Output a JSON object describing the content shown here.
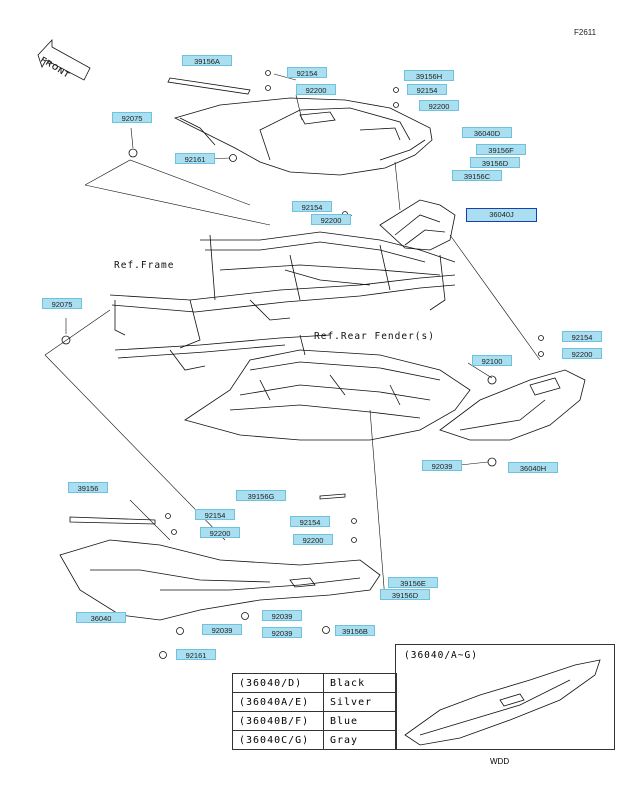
{
  "figure_code": "F2611",
  "front_label": "FRONT",
  "refs": {
    "frame": "Ref.Frame",
    "rear_fender": "Ref.Rear Fender(s)"
  },
  "labels": [
    {
      "id": "39156A",
      "text": "39156A"
    },
    {
      "id": "92154a",
      "text": "92154"
    },
    {
      "id": "92200a",
      "text": "92200"
    },
    {
      "id": "39156H",
      "text": "39156H"
    },
    {
      "id": "92154b",
      "text": "92154"
    },
    {
      "id": "92200b",
      "text": "92200"
    },
    {
      "id": "92075a",
      "text": "92075"
    },
    {
      "id": "36040D",
      "text": "36040D"
    },
    {
      "id": "39156F",
      "text": "39156F"
    },
    {
      "id": "92161a",
      "text": "92161"
    },
    {
      "id": "39156D",
      "text": "39156D"
    },
    {
      "id": "39156C",
      "text": "39156C"
    },
    {
      "id": "92154c",
      "text": "92154"
    },
    {
      "id": "92200c",
      "text": "92200"
    },
    {
      "id": "36040J",
      "text": "36040J"
    },
    {
      "id": "92075b",
      "text": "92075"
    },
    {
      "id": "92154d",
      "text": "92154"
    },
    {
      "id": "92200d",
      "text": "92200"
    },
    {
      "id": "92100",
      "text": "92100"
    },
    {
      "id": "92039a",
      "text": "92039"
    },
    {
      "id": "36040H",
      "text": "36040H"
    },
    {
      "id": "39156",
      "text": "39156"
    },
    {
      "id": "39156G",
      "text": "39156G"
    },
    {
      "id": "92154e",
      "text": "92154"
    },
    {
      "id": "92200e",
      "text": "92200"
    },
    {
      "id": "92154f",
      "text": "92154"
    },
    {
      "id": "92200f",
      "text": "92200"
    },
    {
      "id": "39156E",
      "text": "39156E"
    },
    {
      "id": "39156D2",
      "text": "39156D"
    },
    {
      "id": "36040",
      "text": "36040"
    },
    {
      "id": "92039b",
      "text": "92039"
    },
    {
      "id": "92039c",
      "text": "92039"
    },
    {
      "id": "92039d",
      "text": "92039"
    },
    {
      "id": "39156B",
      "text": "39156B"
    },
    {
      "id": "92161b",
      "text": "92161"
    }
  ],
  "color_table": [
    {
      "code": "(36040/D)",
      "color": "Black"
    },
    {
      "code": "(36040A/E)",
      "color": "Silver"
    },
    {
      "code": "(36040B/F)",
      "color": "Blue"
    },
    {
      "code": "(36040C/G)",
      "color": "Gray"
    }
  ],
  "inset": {
    "title": "(36040/A~G)",
    "caption": "WDD"
  }
}
